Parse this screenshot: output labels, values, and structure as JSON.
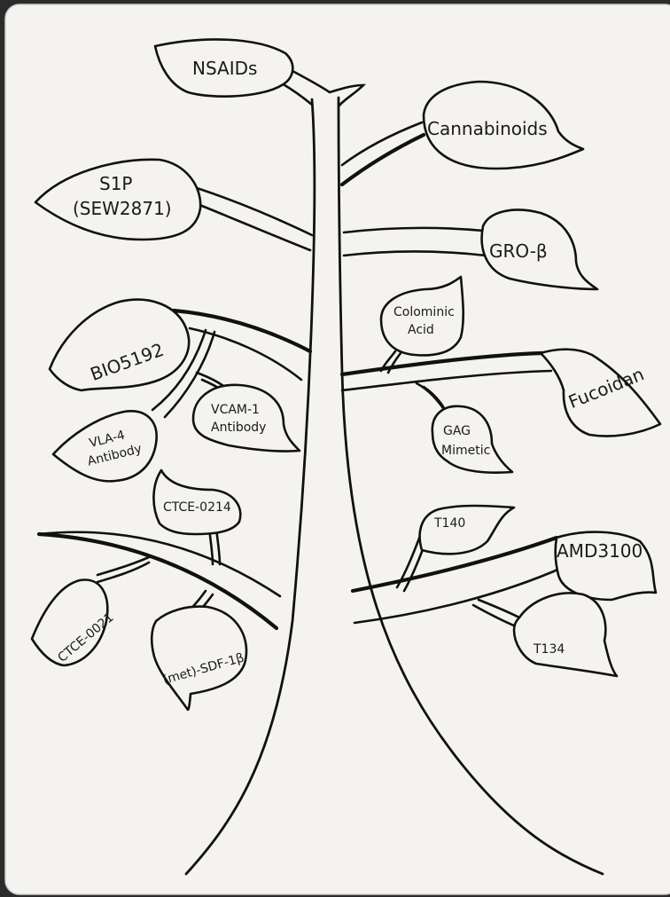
{
  "leaves": {
    "nsaids": "NSAIDs",
    "cannabinoids": "Cannabinoids",
    "s1p_line1": "S1P",
    "s1p_line2": "(SEW2871)",
    "gro_beta": "GRO-β",
    "colominic_line1": "Colominic",
    "colominic_line2": "Acid",
    "bio5192": "BIO5192",
    "fucoidan": "Fucoidan",
    "vla4_line1": "VLA-4",
    "vla4_line2": "Antibody",
    "vcam1_line1": "VCAM-1",
    "vcam1_line2": "Antibody",
    "gag_line1": "GAG",
    "gag_line2": "Mimetic",
    "ctce0214": "CTCE-0214",
    "t140": "T140",
    "amd3100": "AMD3100",
    "ctce0021": "CTCE-0021",
    "met_sdf": "(met)-SDF-1β",
    "t134": "T134"
  }
}
